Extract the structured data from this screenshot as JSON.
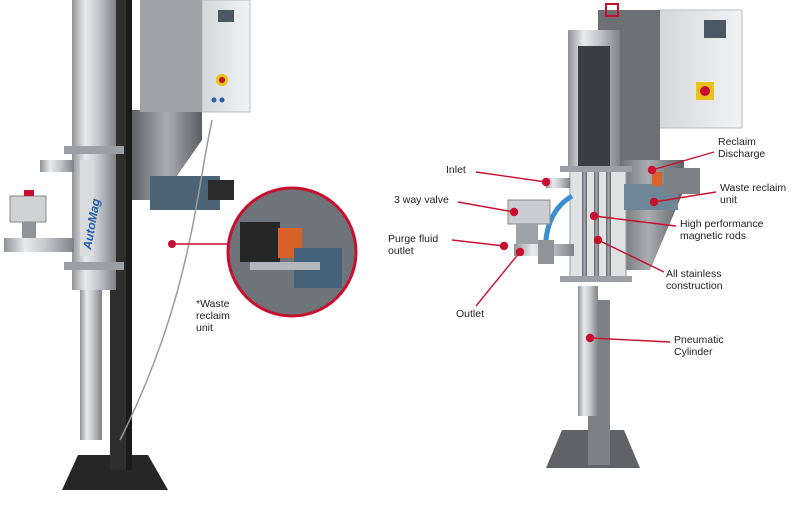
{
  "colors": {
    "background": "#ffffff",
    "leader_line": "#c8102e",
    "steel": "#c9ccd0",
    "panel": "#e6e7e8",
    "base": "#2b2b2b"
  },
  "left_unit": {
    "brand_text": "AutoMag",
    "annotation": "*Waste\nreclaim\nunit"
  },
  "right_unit": {
    "callouts": [
      {
        "id": "reclaim-discharge",
        "text": "Reclaim\nDischarge"
      },
      {
        "id": "inlet",
        "text": "Inlet"
      },
      {
        "id": "waste-reclaim-unit",
        "text": "Waste reclaim\nunit"
      },
      {
        "id": "three-way-valve",
        "text": "3 way valve"
      },
      {
        "id": "high-performance-magnetic-rods",
        "text": "High performance\nmagnetic rods"
      },
      {
        "id": "purge-fluid-outlet",
        "text": "Purge fluid\noutlet"
      },
      {
        "id": "all-stainless-construction",
        "text": "All stainless\nconstruction"
      },
      {
        "id": "outlet",
        "text": "Outlet"
      },
      {
        "id": "pneumatic-cylinder",
        "text": "Pneumatic\nCylinder"
      }
    ]
  }
}
